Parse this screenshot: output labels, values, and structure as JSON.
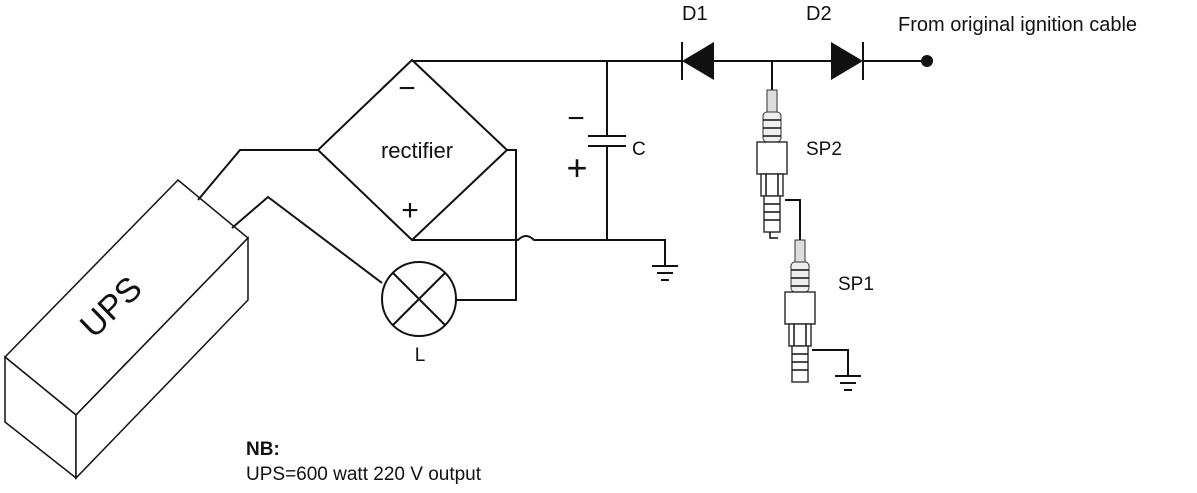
{
  "labels": {
    "d1": "D1",
    "d2": "D2",
    "source": "From original ignition cable",
    "rectifier": "rectifier",
    "rect_minus": "−",
    "rect_plus": "+",
    "cap_minus": "−",
    "cap_plus": "+",
    "capacitor": "C",
    "sp2": "SP2",
    "sp1": "SP1",
    "lamp": "L",
    "ups": "UPS"
  },
  "note": {
    "title": "NB:",
    "text": "UPS=600 watt 220 V output"
  }
}
